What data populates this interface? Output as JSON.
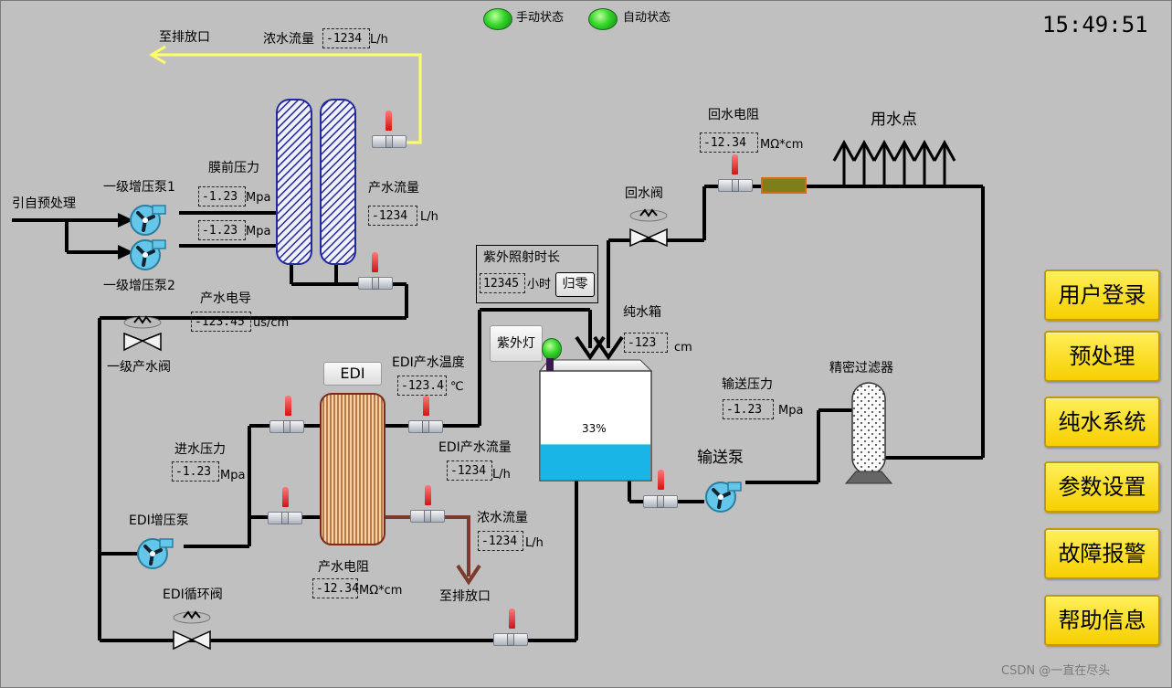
{
  "status": {
    "manual_label": "手动状态",
    "auto_label": "自动状态"
  },
  "clock": "15:49:51",
  "labels": {
    "to_drain_top": "至排放口",
    "conc_flow_top": "浓水流量",
    "conc_flow_top_value": "-1234",
    "conc_flow_top_unit": "L/h",
    "membrane_pressure": "膜前压力",
    "pump1_1": "一级增压泵1",
    "pump1_2": "一级增压泵2",
    "pretreat_in": "引自预处理",
    "p1_value": "-1.23",
    "p1_unit": "Mpa",
    "p2_value": "-1.23",
    "p2_unit": "Mpa",
    "prod_flow": "产水流量",
    "prod_flow_value": "-1234",
    "prod_flow_unit": "L/h",
    "prod_cond": "产水电导",
    "prod_cond_value": "-123.45",
    "prod_cond_unit": "us/cm",
    "valve1_label": "一级产水阀",
    "edi_title": "EDI",
    "edi_temp": "EDI产水温度",
    "edi_temp_value": "-123.4",
    "edi_temp_unit": "℃",
    "in_pressure": "进水压力",
    "in_pressure_value": "-1.23",
    "in_pressure_unit": "Mpa",
    "edi_pump": "EDI增压泵",
    "edi_flow": "EDI产水流量",
    "edi_flow_value": "-1234",
    "edi_flow_unit": "L/h",
    "conc_flow2": "浓水流量",
    "conc_flow2_value": "-1234",
    "conc_flow2_unit": "L/h",
    "prod_res": "产水电阻",
    "prod_res_value": "-12.34",
    "prod_res_unit": "MΩ*cm",
    "to_drain2": "至排放口",
    "edi_loop_valve": "EDI循环阀",
    "uv_time": "紫外照射时长",
    "uv_time_value": "12345",
    "uv_time_unit": "小时",
    "uv_reset": "归零",
    "uv_lamp": "紫外灯",
    "tank": "纯水箱",
    "tank_value": "-123",
    "tank_unit": "cm",
    "tank_percent": "33%",
    "return_valve": "回水阀",
    "return_res": "回水电阻",
    "return_res_value": "-12.34",
    "return_res_unit": "MΩ*cm",
    "use_point": "用水点",
    "delivery_pressure": "输送压力",
    "delivery_pressure_value": "-1.23",
    "delivery_pressure_unit": "Mpa",
    "delivery_pump": "输送泵",
    "fine_filter": "精密过滤器"
  },
  "tank_level": 0.33,
  "menu": [
    "用户登录",
    "预处理",
    "纯水系统",
    "参数设置",
    "故障报警",
    "帮助信息"
  ],
  "watermark": "CSDN @一直在尽头",
  "colors": {
    "background": "#c0c0c0",
    "pipe": "#000000",
    "concentrate_pipe": "#ffff66",
    "drain_pipe": "#7a3b2e",
    "water": "#19b5e6",
    "button": "#f7d000"
  }
}
